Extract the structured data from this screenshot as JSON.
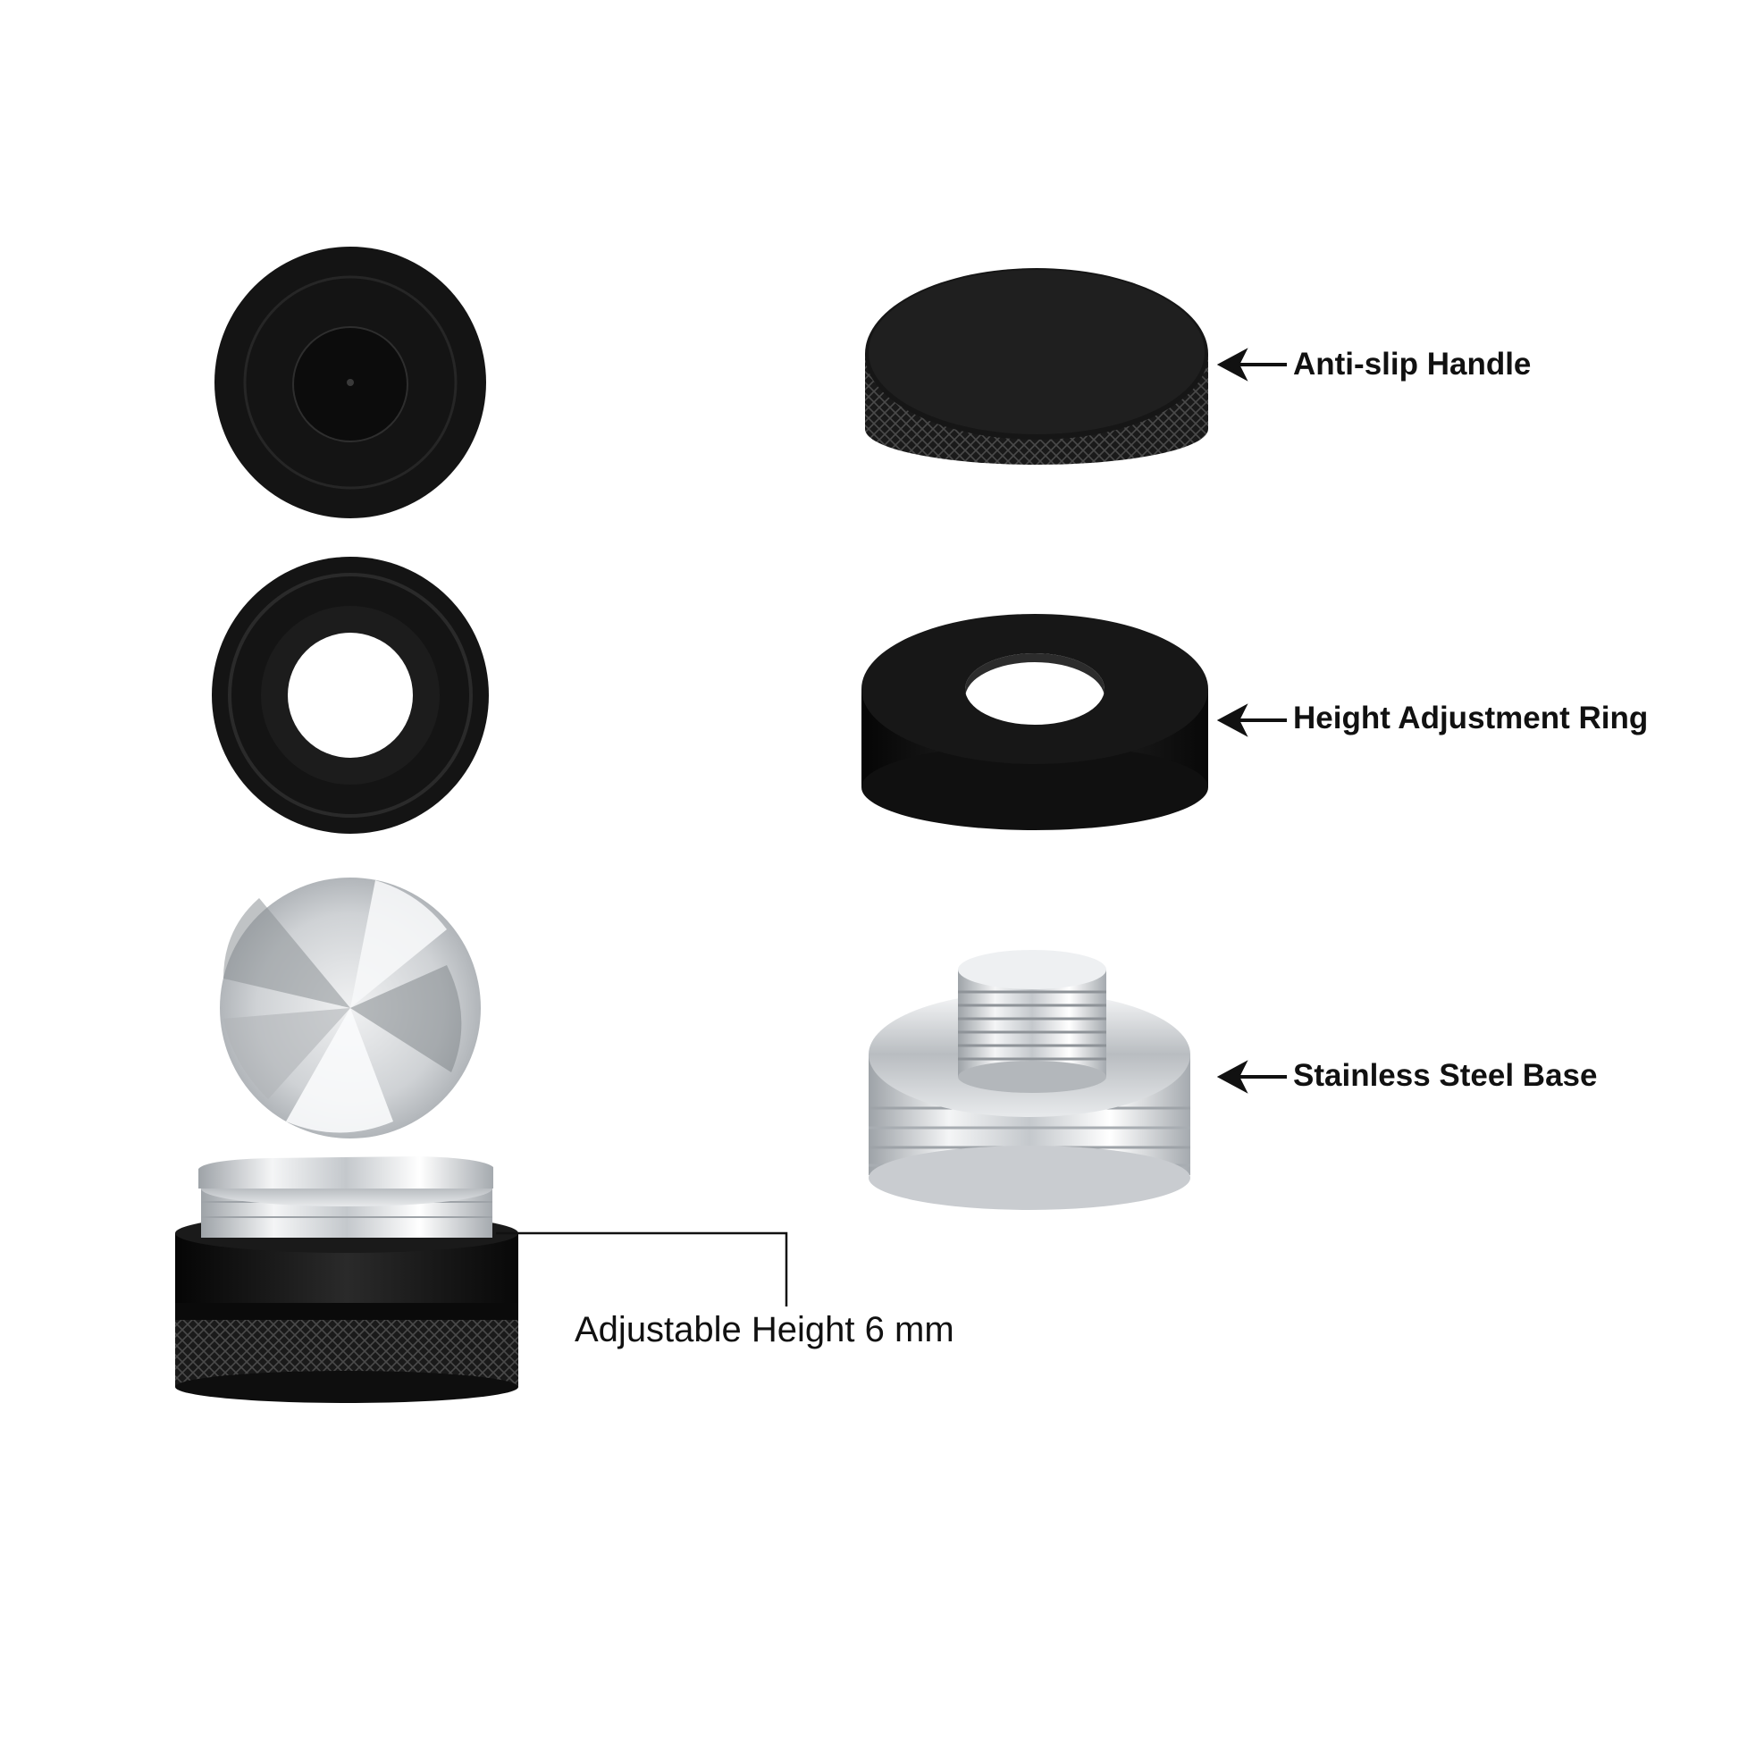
{
  "labels": {
    "handle": "Anti-slip Handle",
    "ring": "Height Adjustment Ring",
    "base": "Stainless Steel Base",
    "height": "Adjustable Height 6 mm"
  },
  "colors": {
    "background": "#ffffff",
    "black_part": "#141414",
    "steel": "#d9dcdf",
    "line": "#111111"
  },
  "parts": [
    "handle-bottom-view-icon",
    "ring-bottom-view-icon",
    "distributor-blade-icon",
    "assembled-tamper-icon",
    "anti-slip-handle-icon",
    "height-adjustment-ring-icon",
    "stainless-steel-base-icon"
  ]
}
